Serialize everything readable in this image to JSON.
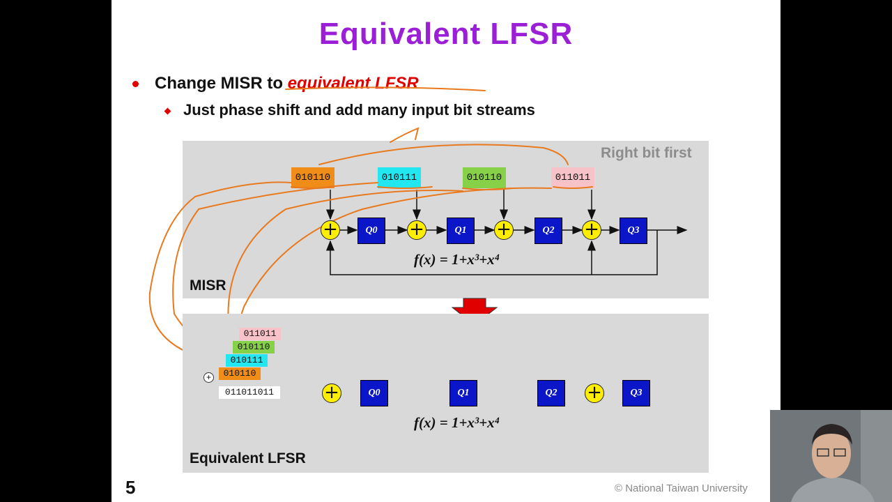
{
  "slide": {
    "title": "Equivalent LFSR",
    "bullet1_prefix": "Change MISR to ",
    "bullet1_highlight": "equivalent LFSR",
    "bullet2": "Just phase shift and add many input bit streams",
    "page_number": "5",
    "copyright": "© National  Taiwan  University"
  },
  "misr": {
    "label": "MISR",
    "order_note": "Right bit first",
    "streams": [
      {
        "bits": "010110",
        "color": "#f08c18"
      },
      {
        "bits": "010111",
        "color": "#22e6f0"
      },
      {
        "bits": "010110",
        "color": "#86d148"
      },
      {
        "bits": "011011",
        "color": "#f7c2c8"
      }
    ],
    "registers": [
      "Q0",
      "Q1",
      "Q2",
      "Q3"
    ],
    "polynomial": "f(x) = 1+x³+x⁴"
  },
  "lfsr": {
    "label": "Equivalent LFSR",
    "stacked": [
      "011011",
      "010110",
      "010111",
      "010110"
    ],
    "sum": "011011011",
    "registers": [
      "Q0",
      "Q1",
      "Q2",
      "Q3"
    ],
    "polynomial": "f(x) = 1+x³+x⁴"
  },
  "icons": {
    "arrow": "down-arrow-icon",
    "xor": "xor-plus-icon"
  }
}
